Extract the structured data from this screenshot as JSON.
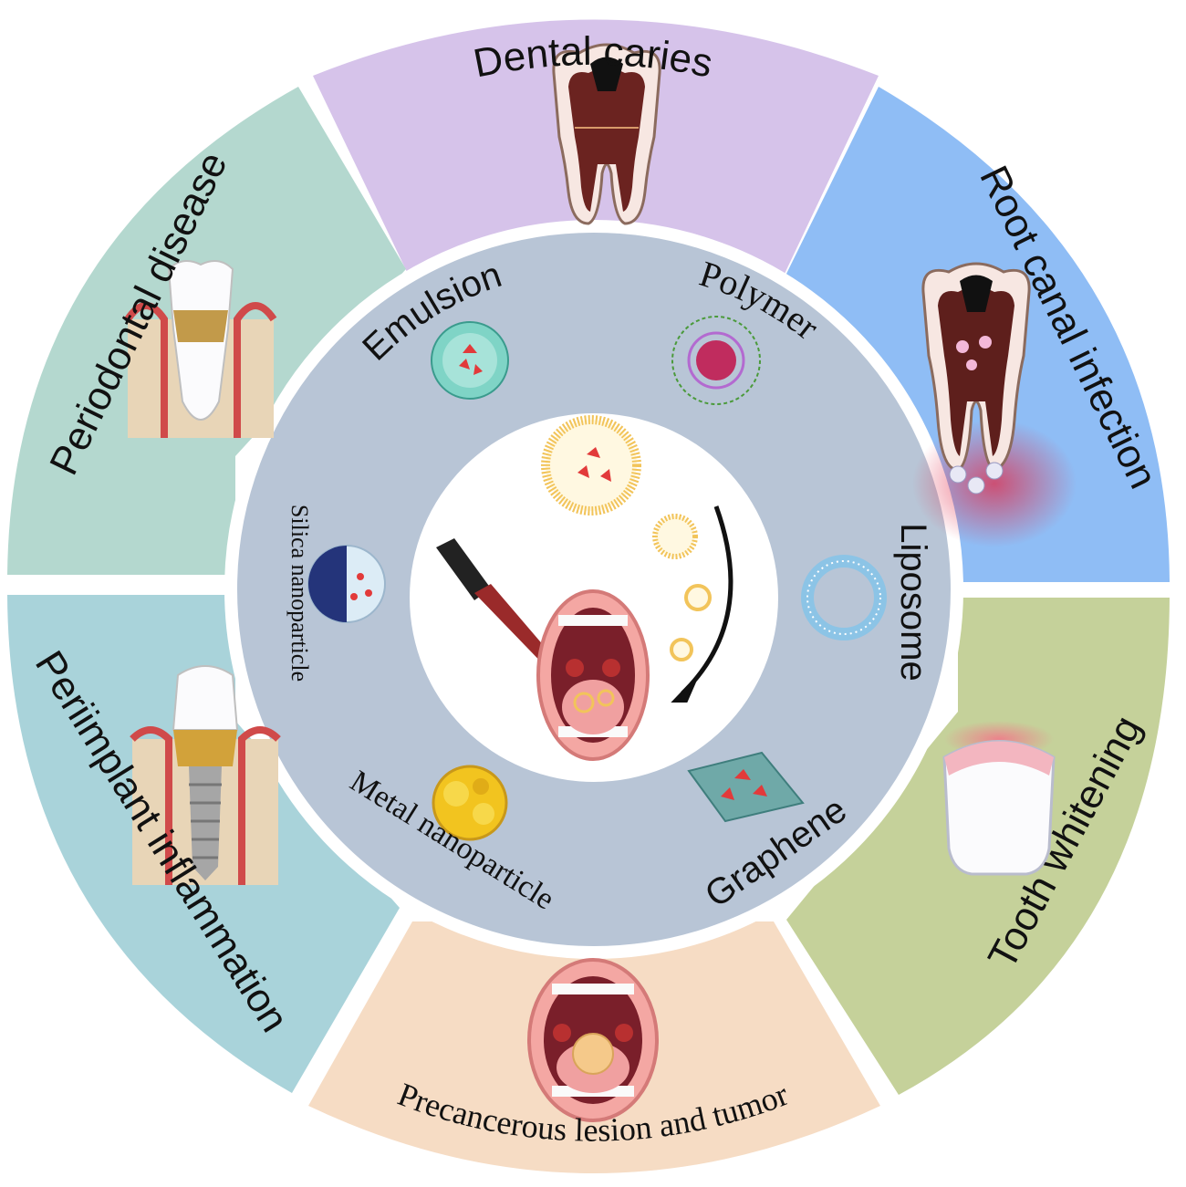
{
  "outer_ring": {
    "segments": [
      {
        "label": "Dental caries",
        "color": "#d6c3ea",
        "icon": "carious-molar-icon"
      },
      {
        "label": "Root canal infection",
        "color": "#8fbdf5",
        "icon": "infected-root-canal-tooth-icon"
      },
      {
        "label": "Tooth whitening",
        "color": "#c5d19a",
        "icon": "white-incisor-icon"
      },
      {
        "label": "Precancerous lesion and tumor",
        "color": "#f6dcc4",
        "icon": "mouth-with-tumor-icon"
      },
      {
        "label": "Periimplant inflammation",
        "color": "#a9d3da",
        "icon": "dental-implant-icon"
      },
      {
        "label": "Periodontal disease",
        "color": "#b4d8cf",
        "icon": "periodontal-tooth-icon"
      }
    ]
  },
  "middle_ring": {
    "color": "#b8c5d6",
    "carriers": [
      {
        "label": "Emulsion",
        "icon": "emulsion-droplet-icon"
      },
      {
        "label": "Polymer",
        "icon": "polymer-micelle-icon"
      },
      {
        "label": "Liposome",
        "icon": "liposome-ring-icon"
      },
      {
        "label": "Graphene",
        "icon": "graphene-sheet-icon"
      },
      {
        "label": "Metal nanoparticle",
        "icon": "metal-nanoparticle-icon"
      },
      {
        "label": "Silica nanoparticle",
        "icon": "silica-nanoparticle-icon"
      }
    ]
  },
  "center": {
    "icons": [
      "dropper-icon",
      "open-mouth-icon",
      "vesicle-icon",
      "curved-arrow-icon"
    ]
  }
}
